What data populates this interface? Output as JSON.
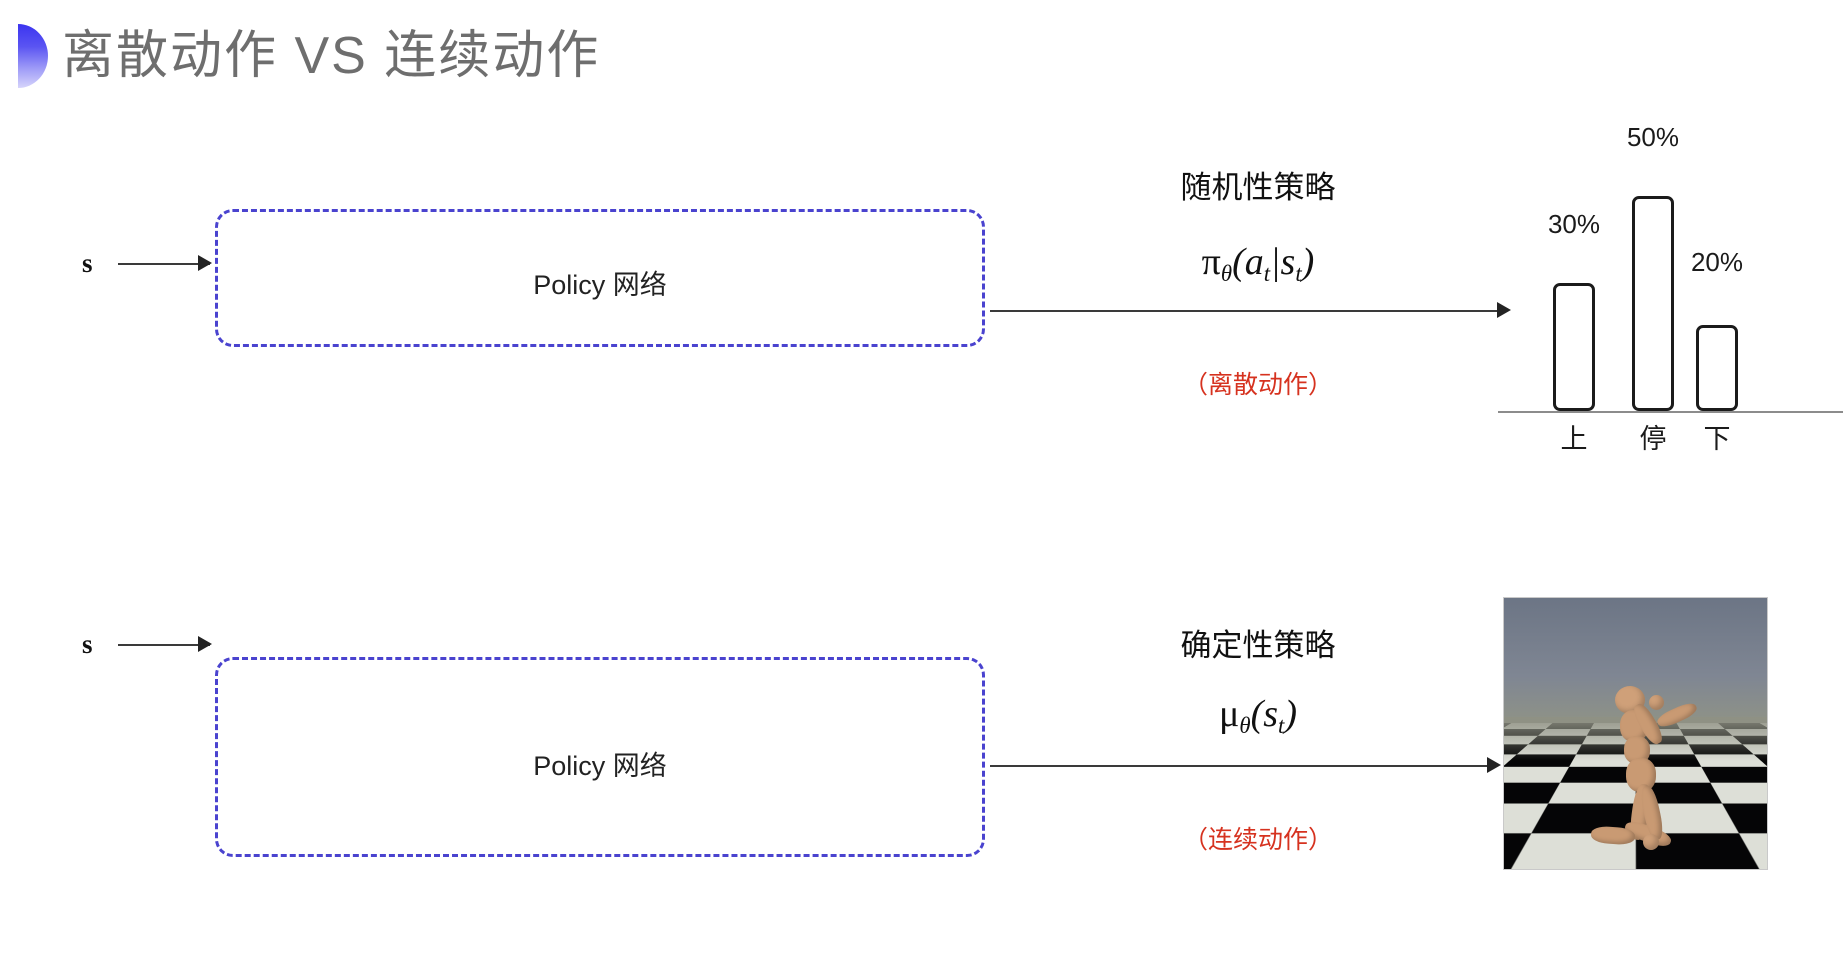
{
  "slide": {
    "title": "离散动作 VS 连续动作",
    "decor_color_top": "#3b34f0",
    "decor_color_bottom": "#d6d4fb"
  },
  "rows": [
    {
      "input_label": "s",
      "box_label": "Policy 网络",
      "policy_kind": "随机性策略",
      "formula": "πθ(at|st)",
      "note": "（离散动作）",
      "note_color": "#d6321f",
      "box_border_color": "#4a43cf"
    },
    {
      "input_label": "s",
      "box_label": "Policy 网络",
      "policy_kind": "确定性策略",
      "formula": "μθ(st)",
      "note": "（连续动作）",
      "note_color": "#d6321f",
      "box_border_color": "#4a43cf"
    }
  ],
  "chart_data": {
    "type": "bar",
    "title": "",
    "xlabel": "",
    "ylabel": "",
    "categories": [
      "上",
      "停",
      "下"
    ],
    "values": [
      30,
      50,
      20
    ],
    "value_labels": [
      "30%",
      "50%",
      "20%"
    ],
    "ylim": [
      0,
      60
    ],
    "grid": false,
    "legend": "none",
    "bar_fill": "#ffffff",
    "bar_stroke": "#1b1b1b",
    "axis_color": "#8c8c8c"
  },
  "sim": {
    "caption": "",
    "scene": "humanoid-on-checkerboard-floor"
  }
}
